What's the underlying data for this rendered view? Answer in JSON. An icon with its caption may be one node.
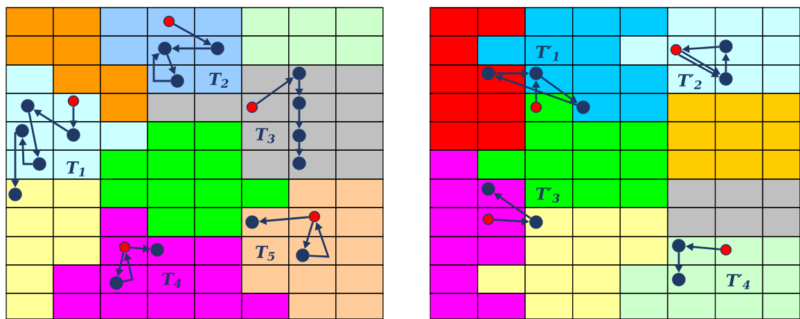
{
  "diagram": {
    "nodes": [
      {
        "text": [],
        "shape": "circle"
      },
      {
        "text": [],
        "shape": "circle"
      },
      {
        "text": [],
        "shape": "circle"
      },
      {
        "text": [],
        "shape": "circle"
      },
      {
        "text": [],
        "shape": "circle"
      },
      {
        "text": [],
        "shape": "circle"
      },
      {
        "text": [],
        "shape": "circle"
      },
      {
        "text": [],
        "shape": "circle"
      },
      {
        "text": [],
        "shape": "circle"
      },
      {
        "text": [],
        "shape": "circle"
      },
      {
        "text": [],
        "shape": "circle"
      },
      {
        "text": [],
        "shape": "circle"
      },
      {
        "text": [],
        "shape": "circle"
      },
      {
        "text": [],
        "shape": "circle"
      },
      {
        "text": [],
        "shape": "circle"
      },
      {
        "text": [],
        "shape": "circle"
      },
      {
        "text": [],
        "shape": "circle"
      },
      {
        "text": [],
        "shape": "circle"
      },
      {
        "text": [],
        "shape": "circle"
      },
      {
        "text": [],
        "shape": "circle"
      },
      {
        "text": [],
        "shape": "circle"
      },
      {
        "text": [],
        "shape": "circle"
      },
      {
        "text": [],
        "shape": "circle"
      },
      {
        "text": [],
        "shape": "circle"
      },
      {
        "text": [],
        "shape": "circle"
      },
      {
        "text": [],
        "shape": "circle"
      },
      {
        "text": [],
        "shape": "circle"
      },
      {
        "text": [],
        "shape": "circle"
      },
      {
        "text": [],
        "shape": "circle"
      },
      {
        "text": [],
        "shape": "circle"
      },
      {
        "text": [],
        "shape": "circle"
      },
      {
        "text": [],
        "shape": "circle"
      },
      {
        "text": [],
        "shape": "circle"
      },
      {
        "text": [],
        "shape": "circle"
      }
    ],
    "edges": [
      {
        "from": 0,
        "to": 1,
        "arrow": "to"
      },
      {
        "from": 1,
        "to": 2,
        "arrow": "to"
      },
      {
        "from": 2,
        "to": 3,
        "arrow": "to"
      },
      {
        "from": 3,
        "to": 4,
        "arrow": "to"
      },
      {
        "from": 4,
        "to": 5,
        "arrow": "to"
      },
      {
        "from": 6,
        "to": 7,
        "arrow": "to"
      },
      {
        "from": 7,
        "to": 8,
        "arrow": "to"
      },
      {
        "from": 8,
        "to": 9,
        "arrow": "to"
      },
      {
        "from": 9,
        "to": 8,
        "arrow": "to"
      },
      {
        "from": 10,
        "to": 11,
        "arrow": "to"
      },
      {
        "from": 11,
        "to": 12,
        "arrow": "to"
      },
      {
        "from": 12,
        "to": 13,
        "arrow": "to"
      },
      {
        "from": 13,
        "to": 14,
        "arrow": "to"
      },
      {
        "from": 15,
        "to": 16,
        "arrow": "to"
      },
      {
        "from": 15,
        "to": 17,
        "arrow": "to"
      },
      {
        "from": 17,
        "to": 15,
        "arrow": "to"
      },
      {
        "from": 18,
        "to": 19,
        "arrow": "to"
      },
      {
        "from": 18,
        "to": 20,
        "arrow": "to"
      },
      {
        "from": 20,
        "to": 18,
        "arrow": "to"
      },
      {
        "from": 21,
        "to": 22,
        "arrow": "to"
      },
      {
        "from": 23,
        "to": 22,
        "arrow": "to"
      },
      {
        "from": 22,
        "to": 24,
        "arrow": "to"
      },
      {
        "from": 24,
        "to": 23,
        "arrow": "to"
      },
      {
        "from": 26,
        "to": 25,
        "arrow": "to"
      },
      {
        "from": 25,
        "to": 27,
        "arrow": "to"
      },
      {
        "from": 25,
        "to": 27,
        "arrow": "to"
      },
      {
        "from": 27,
        "to": 26,
        "arrow": "to"
      },
      {
        "from": 28,
        "to": 29,
        "arrow": "to"
      },
      {
        "from": 29,
        "to": 30,
        "arrow": "to"
      },
      {
        "from": 31,
        "to": 32,
        "arrow": "to"
      },
      {
        "from": 32,
        "to": 33,
        "arrow": "to"
      }
    ],
    "labels": [
      "T$_{2}$",
      "T$_{3}$",
      "T$_{1}$",
      "T$_{5}$",
      "T$_{4}$",
      "T′$_{1}$",
      "T′$_{2}$",
      "T′$_{3}$",
      "T′$_{4}$"
    ]
  }
}
